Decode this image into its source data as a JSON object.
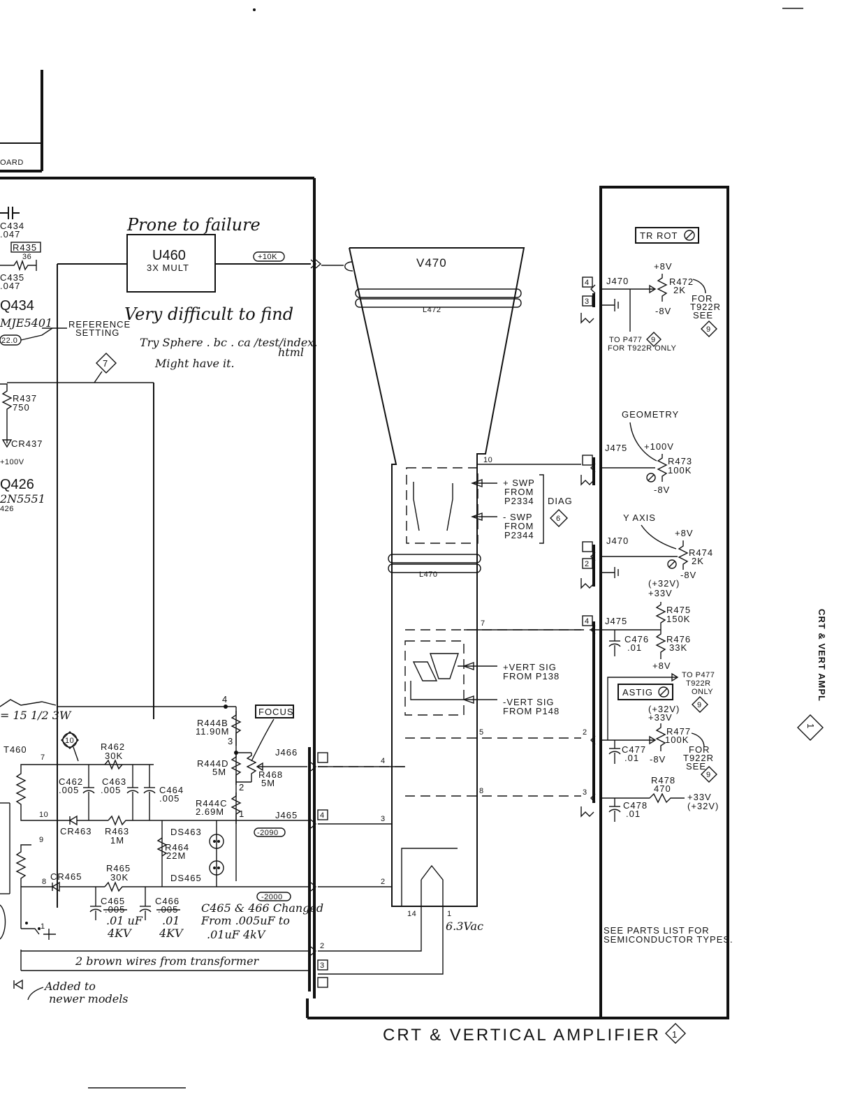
{
  "labels": {
    "u460": "U460",
    "u460_sub": "3X MULT",
    "hand_prone": "Prone to failure",
    "hand_difficult": "Very difficult to find",
    "hand_try": "Try Sphere . bc . ca /test/index.",
    "hand_html": "html",
    "hand_might": "Might have it.",
    "ref_setting_1": "REFERENCE",
    "ref_setting_2": "SETTING",
    "plus10k": "+10K",
    "v470": "V470",
    "l472": "L472",
    "l470": "L470",
    "tr_rot": "TR ROT",
    "j470_top": "J470",
    "r472": "R472",
    "r472_val": "2K",
    "for_t922r": "FOR",
    "t922r": "T922R",
    "see": "SEE",
    "to_p477": "TO P477",
    "for_t922r_only": "FOR T922R ONLY",
    "geometry": "GEOMETRY",
    "j475_a": "J475",
    "plus100v": "+100V",
    "r473": "R473",
    "r473_val": "100K",
    "swp_pos_1": "+ SWP",
    "swp_pos_2": "FROM",
    "swp_pos_3": "P2334",
    "diag": "DIAG",
    "swp_neg_1": "- SWP",
    "swp_neg_2": "FROM",
    "swp_neg_3": "P2344",
    "y_axis": "Y AXIS",
    "j470_b": "J470",
    "r474": "R474",
    "r474_val": "2K",
    "plus8v": "+8V",
    "minus8v": "-8V",
    "plus32v": "(+32V)",
    "plus33v": "+33V",
    "j475_b": "J475",
    "r475": "R475",
    "r475_val": "150K",
    "c476": "C476",
    "c476_val": ".01",
    "r476": "R476",
    "r476_val": "33K",
    "vert_pos_1": "+VERT SIG",
    "vert_pos_2": "FROM P138",
    "vert_neg_1": "-VERT SIG",
    "vert_neg_2": "FROM P148",
    "astig": "ASTIG",
    "to_p477_b": "TO P477",
    "t922r_b": "T922R",
    "only": "ONLY",
    "r477": "R477",
    "r477_val": "100K",
    "c477": "C477",
    "c477_val": ".01",
    "r478": "R478",
    "r478_val": "470",
    "c478": "C478",
    "c478_val": ".01",
    "focus": "FOCUS",
    "r444b": "R444B",
    "r444b_val": "11.90M",
    "r444d": "R444D",
    "r444d_val": "5M",
    "r468": "R468",
    "r468_val": "5M",
    "r444c": "R444C",
    "r444c_val": "2.69M",
    "j466": "J466",
    "j465": "J465",
    "minus2090": "-2090",
    "minus2000": "-2000",
    "ds463": "DS463",
    "ds465": "DS465",
    "r464": "R464",
    "r464_val": "22M",
    "r462": "R462",
    "r462_val": "30K",
    "c462": "C462",
    "c462_val": ".005",
    "c463": "C463",
    "c463_val": ".005",
    "c464": "C464",
    "c464_val": ".005",
    "cr463": "CR463",
    "r463": "R463",
    "r463_val": "1M",
    "r465": "R465",
    "r465_val": "30K",
    "cr465": "CR465",
    "c465": "C465",
    "c465_old": ".005",
    "c465_new": ".01 uF",
    "c465_kv": "4KV",
    "c466": "C466",
    "c466_old": ".005",
    "c466_new": ".01",
    "c466_kv": "4KV",
    "hand_c465_1": "C465 & 466 Changed",
    "hand_c465_2": "From .005uF to",
    "hand_c465_3": ".01uF 4kV",
    "t460": "T460",
    "hand_brown": "2 brown wires from transformer",
    "hand_added_1": "Added to",
    "hand_added_2": "newer models",
    "hand_63": "6.3Vac",
    "hand_15": "= 15 1/2 3W",
    "board": "OARD",
    "c434": "C434",
    "c434_val": ".047",
    "r435": "R435",
    "r435_val": "36",
    "c435": "C435",
    "c435_val": ".047",
    "q434": "Q434",
    "q434_part": "MJE5401",
    "q434_ref": "22.0",
    "r437": "R437",
    "r437_val": "750",
    "cr437": "CR437",
    "plus100v_b": "+100V",
    "q426": "Q426",
    "q426_part": "2N5551",
    "q426_sub": "426",
    "parts_note_1": "SEE PARTS LIST FOR",
    "parts_note_2": "SEMICONDUCTOR TYPES.",
    "footer_title": "CRT & VERTICAL AMPLIFIER",
    "footer_num": "1",
    "side_label": "CRT & VERT AMPL",
    "side_num": "1",
    "marker_7": "7",
    "marker_9": "9",
    "marker_6": "6",
    "marker_10": "10",
    "pin_10": "10",
    "pin_7": "7",
    "pin_5": "5",
    "pin_8": "8",
    "pin_4": "4",
    "pin_3": "3",
    "pin_2": "2",
    "pin_14": "14",
    "pin_1": "1"
  }
}
